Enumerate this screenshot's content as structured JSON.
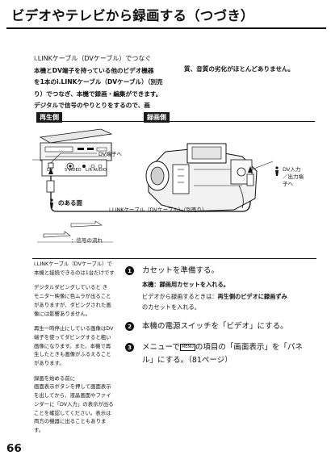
{
  "header": {
    "title": "ビデオやテレビから録画する（つづき）"
  },
  "intro": {
    "lead": "i.LINKケーブル（DVケーブル）でつなぐ",
    "lines": [
      "本機とDV端子を持っている他のビデオ機器",
      "を1本のi.LINKケーブル（DVケーブル）（別売",
      "り）でつなぎ、本機で録画・編集ができます。",
      "デジタルで信号のやりとりをするので、画"
    ],
    "continuation": "質、音質の劣化がほとんどありません。"
  },
  "diagram": {
    "playback_tag": "再生側",
    "record_tag": "録画側",
    "dv_port_label": "DV端子へ",
    "side_label": "のある面",
    "dv_inout_label": [
      "DV入力",
      "／出力端",
      "子へ"
    ],
    "cable_label": "i.LINKケーブル（DVケーブル）（別売り）",
    "legend": "：信号の流れ",
    "port_labels": [
      "DV",
      "S VIDEO",
      "L/R AUDIO"
    ]
  },
  "sidenotes": {
    "notes": [
      "i.LINKケーブル（DVケーブル）で本機と接続できるのは1台だけです",
      "デジタルダビングしていると き",
      "モニター映像に色ムラが出ることがありますが、ダビングされた画像には影響ありません。",
      "再生一時停止にしている画像はDV端子を使ってダビングすると粗い画像になります。また、本機で再生したときも画像がふるえることがあります。",
      "録画を始める前に",
      "画面表示ボタンを押して画面表示を出してから、液晶画面やファインダーに「DV入力」の表示が出ることを確認してください。表示は両方の機器に出ることもあります。"
    ]
  },
  "steps": [
    {
      "num": "1",
      "text": "カセットを準備する。",
      "subs": [
        {
          "label": "本機：",
          "text": "録画用カセットを入れる。"
        },
        {
          "label": "ビデオから録画するときは：",
          "text": "再生側のビデオに録画ずみ"
        },
        {
          "label": "",
          "text": "のカセットを入れる。"
        }
      ]
    },
    {
      "num": "2",
      "text": "本機の電源スイッチを「ビデオ」にする。"
    },
    {
      "num": "3",
      "text_before_icon": "メニューで",
      "icon_label": "MENU",
      "text_after_icon": "の項目の「画面表示」を「パネ",
      "text_line2": "ル」にする。（81ページ）"
    }
  ],
  "footer": {
    "page_number": "66"
  }
}
